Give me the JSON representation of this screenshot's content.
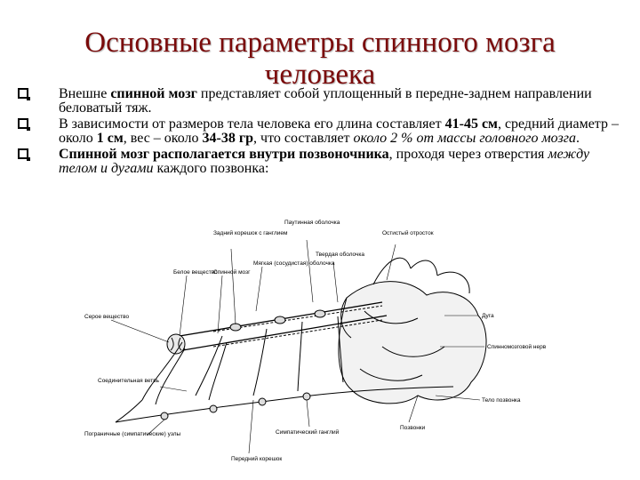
{
  "title": "Основные параметры спинного мозга человека",
  "bullets": [
    {
      "segments": [
        {
          "text": "Внешне ",
          "style": ""
        },
        {
          "text": "спинной мозг",
          "style": "b"
        },
        {
          "text": " представляет собой уплощенный в передне-заднем направлении беловатый тяж.",
          "style": ""
        }
      ]
    },
    {
      "segments": [
        {
          "text": "В зависимости от размеров тела человека его длина составляет ",
          "style": ""
        },
        {
          "text": "41-45 см",
          "style": "b"
        },
        {
          "text": ", средний диаметр – около ",
          "style": ""
        },
        {
          "text": "1 см",
          "style": "b"
        },
        {
          "text": ", вес – около ",
          "style": ""
        },
        {
          "text": "34-38 гр",
          "style": "b"
        },
        {
          "text": ", что составляет ",
          "style": ""
        },
        {
          "text": "около 2 % от массы головного мозга",
          "style": "i"
        },
        {
          "text": ".",
          "style": ""
        }
      ]
    },
    {
      "segments": [
        {
          "text": "Спинной мозг располагается внутри позвоночника",
          "style": "b"
        },
        {
          "text": ", проходя через отверстия ",
          "style": ""
        },
        {
          "text": "между телом и дугами",
          "style": "i"
        },
        {
          "text": " каждого позвонка:",
          "style": ""
        }
      ]
    }
  ],
  "figure": {
    "labels": {
      "pautinnaya": "Паутинная оболочка",
      "zadniy_koreshok": "Задний корешок с ганглием",
      "ostistyy": "Остистый отросток",
      "tverdaya": "Твердая оболочка",
      "myagkaya": "Мягкая (сосудистая) оболочка",
      "beloe": "Белое вещество",
      "spinnoy": "Спинной мозг",
      "seroe": "Серое вещество",
      "duga": "Дуга",
      "spinnomozgovoy_nerv": "Спинномозговой нерв",
      "soedinitelnaya": "Соединительная ветвь",
      "telo": "Тело позвонка",
      "pogranichnye": "Пограничные (симпатические) узлы",
      "simpaticheskiy": "Симпатический ганглий",
      "pozvonki": "Позвонки",
      "peredniy": "Передний корешок"
    }
  }
}
